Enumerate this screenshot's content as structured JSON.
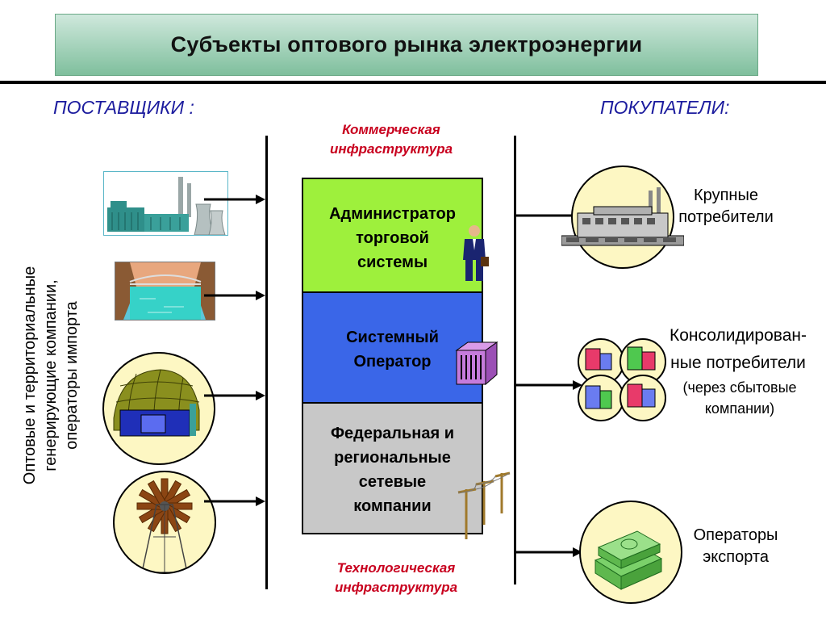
{
  "title": "Субъекты оптового рынка электроэнергии",
  "suppliers_heading": "ПОСТАВЩИКИ :",
  "buyers_heading": "ПОКУПАТЕЛИ:",
  "commercial_label": "Коммерческая инфраструктура",
  "tech_label": "Технологическая инфраструктура",
  "vertical_text": {
    "line1": "Оптовые и территориальные",
    "line2": "генерирующие компании,",
    "line3": "операторы импорта"
  },
  "blocks": {
    "admin": [
      "Администратор",
      "торговой",
      "системы"
    ],
    "system_operator": [
      "Системный",
      "Оператор"
    ],
    "grid": [
      "Федеральная и",
      "региональные",
      "сетевые",
      "компании"
    ]
  },
  "buyers": {
    "large": [
      "Крупные",
      "потребители"
    ],
    "consolidated": [
      "Консолидирован-",
      "ные потребители",
      "(через сбытовые",
      "компании)"
    ],
    "export": [
      "Операторы",
      "экспорта"
    ]
  },
  "colors": {
    "admin_block": "#9ef03c",
    "system_operator_block": "#3a66e8",
    "grid_block": "#c8c8c8",
    "label_red": "#c8001e",
    "heading_blue": "#1c1c9e",
    "title_green": "#7fbf9d"
  },
  "icons": [
    "thermal-plant-icon",
    "hydro-plant-icon",
    "nuclear-plant-icon",
    "wind-turbine-icon",
    "businessman-icon",
    "server-icon",
    "power-poles-icon",
    "factory-icon",
    "buildings-icon",
    "money-stack-icon"
  ]
}
